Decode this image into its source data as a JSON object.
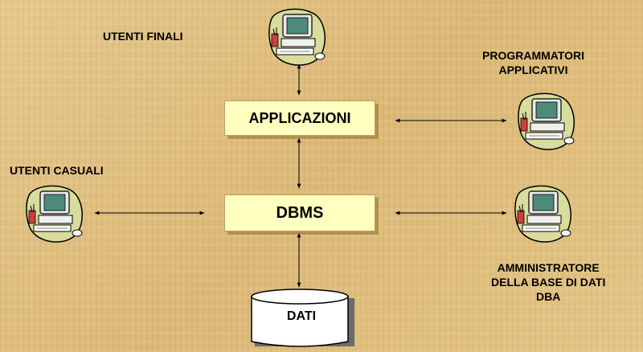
{
  "labels": {
    "utenti_finali": "UTENTI FINALI",
    "programmatori_line1": "PROGRAMMATORI",
    "programmatori_line2": "APPLICATIVI",
    "utenti_casuali": "UTENTI CASUALI",
    "dba_line1": "AMMINISTRATORE",
    "dba_line2": "DELLA BASE DI DATI",
    "dba_line3": "DBA"
  },
  "boxes": {
    "applicazioni": "APPLICAZIONI",
    "dbms": "DBMS",
    "dati": "DATI"
  },
  "icons": {
    "user_icon": "computer-workstation-icon",
    "database_icon": "database-cylinder-icon"
  },
  "colors": {
    "box_fill": "#ffffc0",
    "background": "#e3c58a",
    "arrow": "#000000"
  }
}
